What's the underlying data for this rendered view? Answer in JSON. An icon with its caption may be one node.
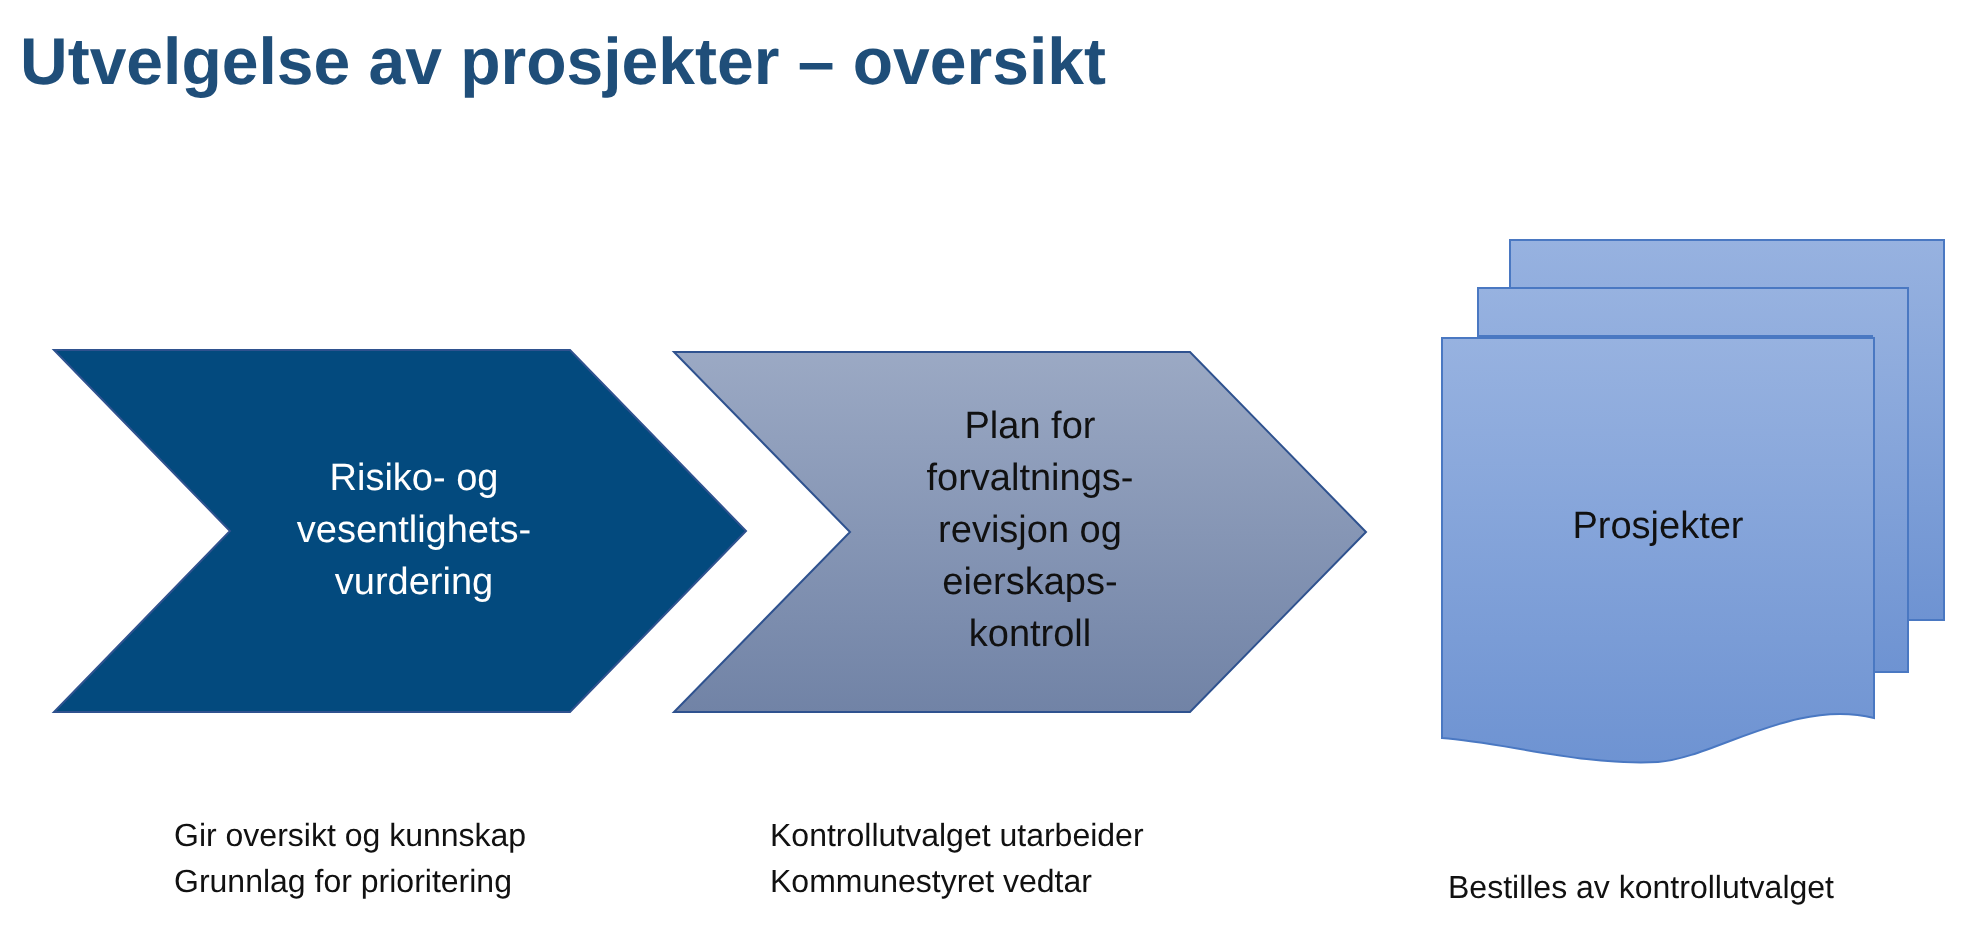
{
  "diagram": {
    "title": "Utvelgelse av prosjekter – oversikt",
    "nodes": [
      {
        "text": [
          "Risiko- og vesentlighets- vurdering"
        ],
        "beside": [
          "Gir oversikt og kunnskap",
          "Grunnlag for prioritering"
        ]
      },
      {
        "text": [
          "Plan for forvaltnings- revisjon og eierskaps- kontroll"
        ],
        "beside": [
          "Kontrollutvalget utarbeider",
          "Kommunestyret vedtar"
        ]
      },
      {
        "text": [
          "Prosjekter"
        ],
        "beside": [
          "Bestilles av kontrollutvalget"
        ]
      }
    ]
  }
}
